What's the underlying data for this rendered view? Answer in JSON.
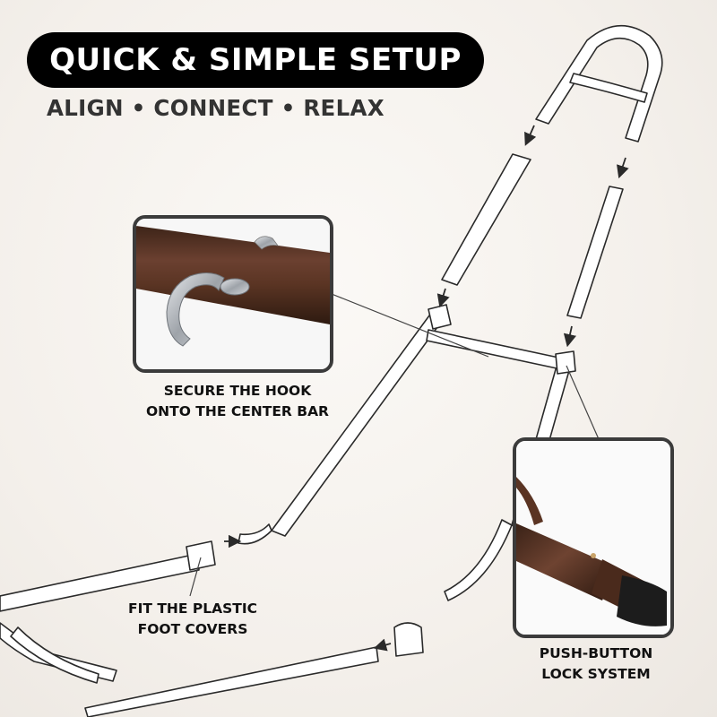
{
  "title": "QUICK & SIMPLE SETUP",
  "subtitle": "ALIGN • CONNECT • RELAX",
  "callouts": {
    "hook": {
      "line1": "SECURE THE HOOK",
      "line2": "ONTO THE CENTER BAR"
    },
    "foot": {
      "line1": "FIT THE PLASTIC",
      "line2": "FOOT COVERS"
    },
    "lock": {
      "line1": "PUSH-BUTTON",
      "line2": "LOCK SYSTEM"
    }
  },
  "colors": {
    "background": "#f4f0eb",
    "title_pill": "#000000",
    "title_text": "#ffffff",
    "subtitle_text": "#333333",
    "line_art": "#2a2a2a",
    "inset_border": "#3b3b3b",
    "tube_brown": "#5a3423",
    "hook_metal": "#b8bcc2"
  },
  "icons": {
    "hook_photo": "hook-on-tube-photo",
    "lock_photo": "push-button-lock-photo",
    "frame": "hammock-stand-line-drawing"
  }
}
